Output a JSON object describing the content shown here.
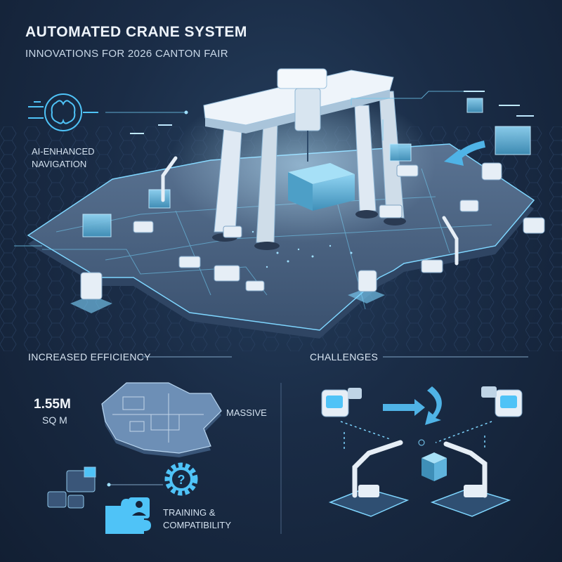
{
  "header": {
    "title": "AUTOMATED CRANE SYSTEM",
    "subtitle": "INNOVATIONS FOR 2026 CANTON FAIR"
  },
  "callouts": {
    "ai_navigation_line1": "AI-ENHANCED",
    "ai_navigation_line2": "NAVIGATION"
  },
  "efficiency": {
    "heading": "INCREASED EFFICIENCY",
    "area_value": "1.55M",
    "area_unit": "SQ  M",
    "scale_label": "MASSIVE",
    "training_line1": "TRAINING &",
    "training_line2": "COMPATIBILITY"
  },
  "challenges": {
    "heading": "CHALLENGES"
  },
  "icons": {
    "brain": "brain-circuit-icon",
    "gear": "gear-question-icon",
    "puzzle": "puzzle-icon",
    "person": "person-icon",
    "swap": "swap-arrows-icon"
  },
  "colors": {
    "background": "#15233a",
    "accent": "#4fc3f7",
    "glow": "#7fd6ff",
    "panel": "#3b5270"
  }
}
